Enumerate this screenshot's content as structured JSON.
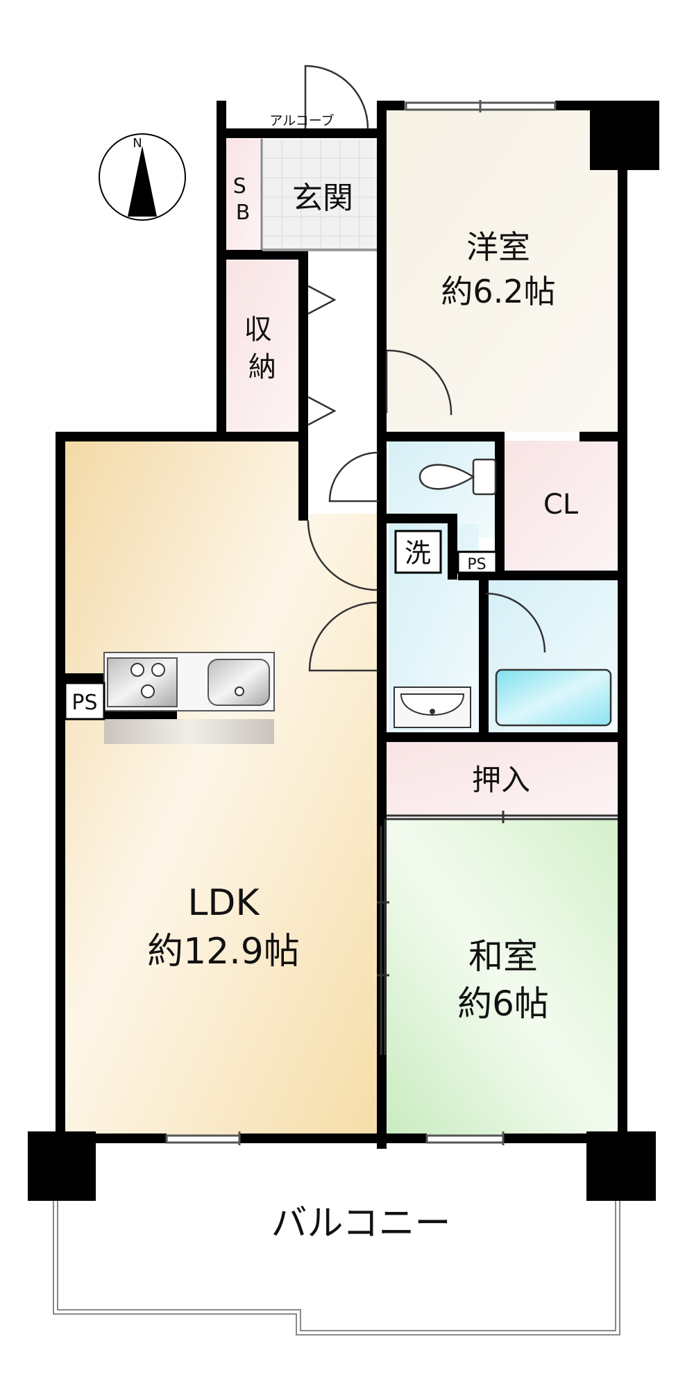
{
  "floorplan": {
    "compass_mark": "N",
    "alcove": "アルコーブ",
    "shoebox": "SB",
    "entrance": "玄関",
    "storage": "収納",
    "western_room": {
      "name": "洋室",
      "size": "約6.2帖"
    },
    "closet": "CL",
    "pipe_space": "PS",
    "laundry": "洗",
    "push_in_closet": "押入",
    "ldk": {
      "name": "LDK",
      "size": "約12.9帖"
    },
    "japanese_room": {
      "name": "和室",
      "size": "約6帖"
    },
    "balcony": "バルコニー"
  },
  "colors": {
    "wall": "#000000",
    "ldk_floor": "#f7e3b8",
    "western_floor": "#f7f2e8",
    "japanese_floor": "#d8f2d0",
    "wet_area": "#dff4f8",
    "storage_floor": "#f9e6e6",
    "entrance_floor": "#f0f0f0"
  }
}
